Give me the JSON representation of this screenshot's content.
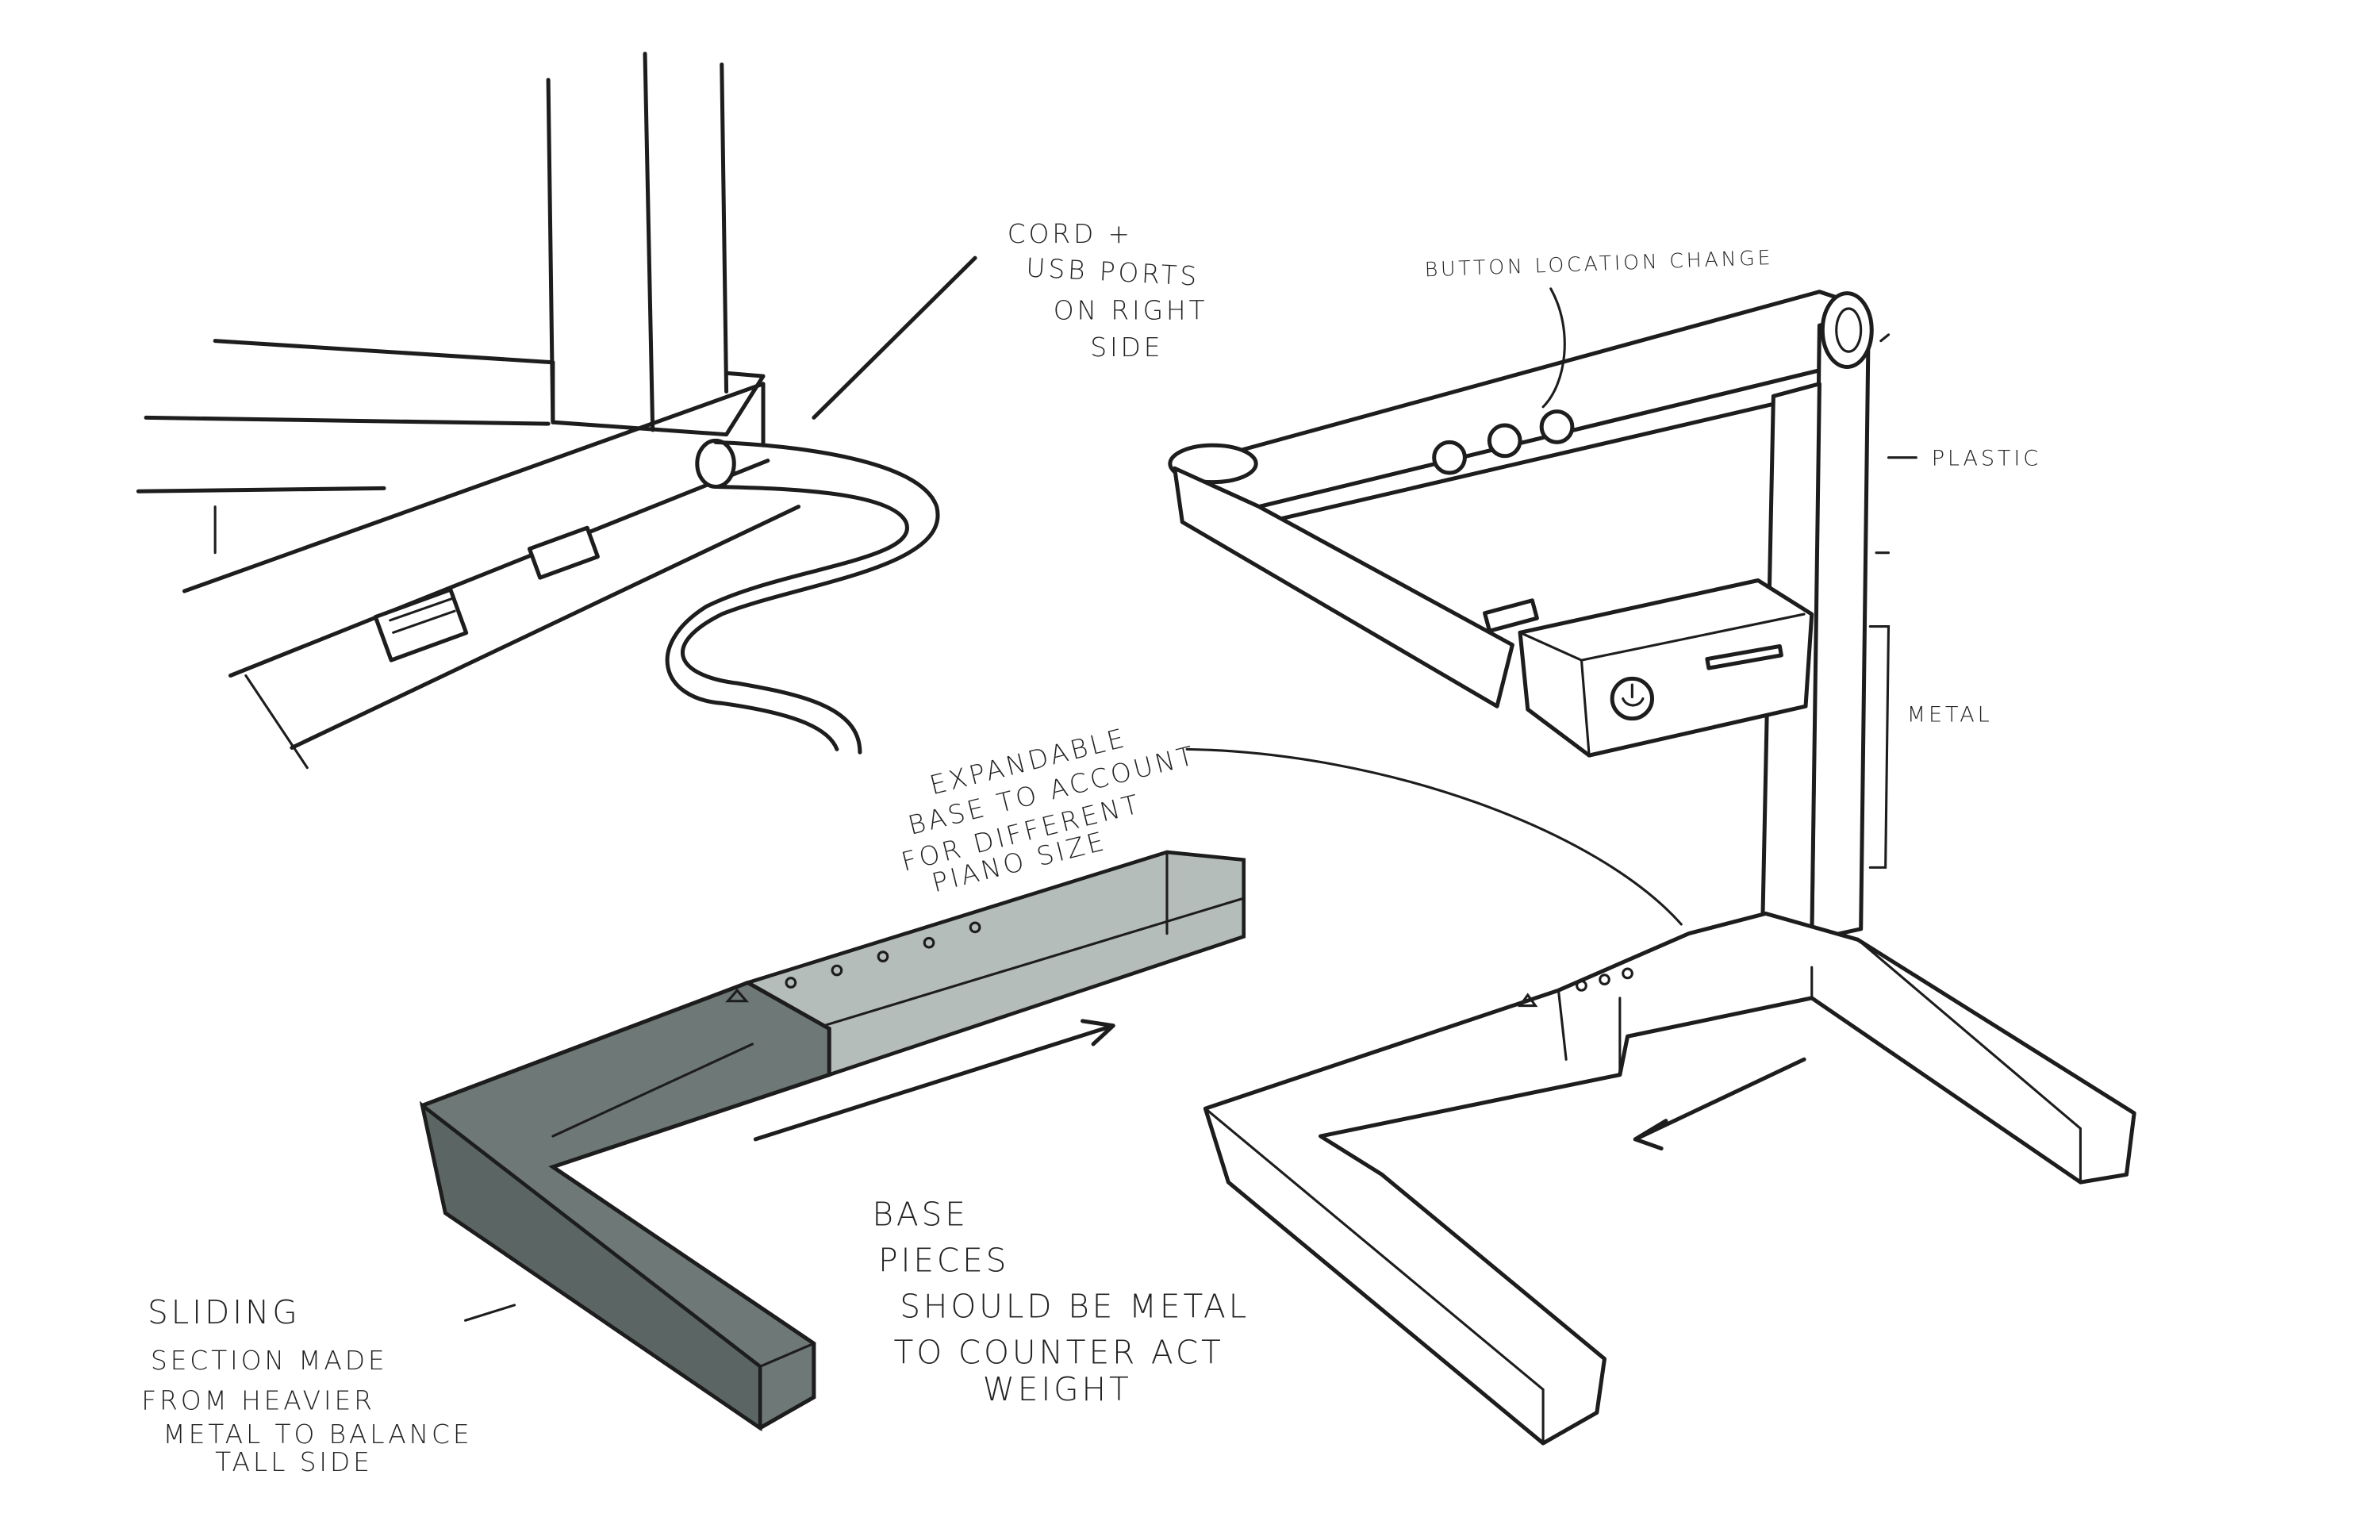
{
  "annotations": {
    "cord_usb": [
      "CORD +",
      "USB PORTS",
      "ON RIGHT",
      "SIDE"
    ],
    "button_location": "BUTTON LOCATION CHANGE",
    "plastic": "PLASTIC",
    "metal": "METAL",
    "expandable_base": [
      "EXPANDABLE",
      "BASE TO ACCOUNT",
      "FOR DIFFERENT",
      "PIANO SIZE"
    ],
    "base_pieces": [
      "BASE",
      "PIECES",
      "SHOULD BE METAL",
      "TO COUNTER ACT",
      "WEIGHT"
    ],
    "sliding_section": [
      "SLIDING",
      "SECTION MADE",
      "FROM HEAVIER",
      "METAL TO BALANCE",
      "TALL SIDE"
    ]
  },
  "colors": {
    "sliding_section_dark": "#6e7977",
    "sliding_section_side": "#5b6664",
    "extension_light": "#b5bdba",
    "ink": "#1d1d1d"
  }
}
